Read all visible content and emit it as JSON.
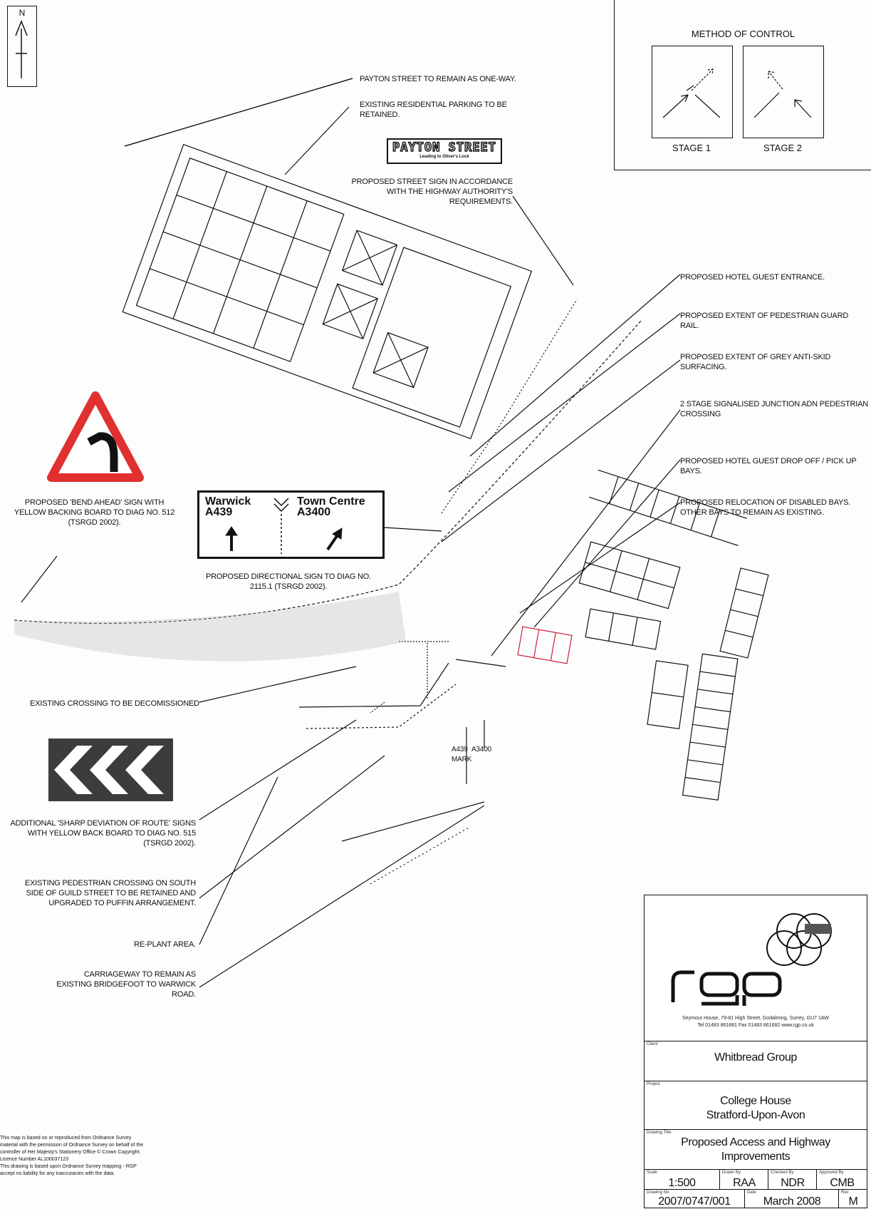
{
  "north": {
    "label": "N"
  },
  "method_of_control": {
    "title": "METHOD OF CONTROL",
    "stages": [
      "STAGE 1",
      "STAGE 2"
    ]
  },
  "street_sign": {
    "name": "PAYTON STREET",
    "sub": "Leading to Oliver's Lock"
  },
  "directional_sign": {
    "left_dest": "Warwick",
    "left_road": "A439",
    "right_dest": "Town Centre",
    "right_road": "A3400"
  },
  "road_markings": {
    "a439": "A439",
    "a3400": "A3400",
    "mark": "MARK"
  },
  "annotations": {
    "payton_oneway": "PAYTON STREET TO REMAIN AS ONE-WAY.",
    "residential_parking": [
      "EXISTING RESIDENTIAL PARKING TO BE",
      "RETAINED."
    ],
    "street_sign_note": [
      "PROPOSED STREET SIGN IN ACCORDANCE",
      "WITH THE HIGHWAY AUTHORITY'S",
      "REQUIREMENTS."
    ],
    "hotel_entrance": "PROPOSED HOTEL GUEST ENTRANCE.",
    "guard_rail": [
      "PROPOSED EXTENT OF PEDESTRIAN GUARD",
      "RAIL."
    ],
    "anti_skid": [
      "PROPOSED EXTENT OF GREY ANTI-SKID",
      "SURFACING."
    ],
    "signalised": [
      "2 STAGE SIGNALISED JUNCTION ADN PEDESTRIAN",
      "CROSSING"
    ],
    "drop_off": [
      "PROPOSED HOTEL GUEST DROP OFF / PICK UP",
      "BAYS."
    ],
    "disabled_bays": [
      "PROPOSED RELOCATION OF DISABLED BAYS.",
      "OTHER BAYS TO REMAIN AS EXISTING."
    ],
    "bend_ahead": [
      "PROPOSED 'BEND AHEAD' SIGN WITH",
      "YELLOW BACKING BOARD TO DIAG NO. 512",
      "(TSRGD 2002)."
    ],
    "directional_note": [
      "PROPOSED DIRECTIONAL SIGN TO DIAG NO.",
      "2115.1 (TSRGD 2002)."
    ],
    "decommission": "EXISTING CROSSING TO BE DECOMISSIONED",
    "sharp_deviation": [
      "ADDITIONAL 'SHARP DEVIATION OF ROUTE' SIGNS",
      "WITH YELLOW BACK BOARD TO DIAG NO. 515",
      "(TSRGD 2002)."
    ],
    "pedestrian_south": [
      "EXISTING PEDESTRIAN CROSSING ON SOUTH",
      "SIDE OF GUILD STREET TO BE RETAINED AND",
      "UPGRADED TO PUFFIN ARRANGEMENT."
    ],
    "replant": "RE-PLANT AREA.",
    "carriageway": [
      "CARRIAGEWAY TO REMAIN AS",
      "EXISTING BRIDGEFOOT TO WARWICK",
      "ROAD."
    ]
  },
  "os_note": [
    "This map is based on or reproduced from Ordnance Survey",
    "material with the permission of Ordnance Survey on behalf of the",
    "controller of Her Majesty's Stationery Office © Crown Copyright.",
    "Licence Number AL100037123",
    "This drawing is based upon Ordnance Survey mapping - RGP",
    "accept no liability for any inaccuracies with the data."
  ],
  "title_block": {
    "company": "rgp",
    "address": [
      "Seymour House, 79-81 High Street, Godalming, Surrey, GU7 1AW",
      "Tel 01483 861681  Fax 01483 861682  www.rgp.co.uk"
    ],
    "client_caption": "Client",
    "client": "Whitbread Group",
    "project_caption": "Project",
    "project": [
      "College House",
      "Stratford-Upon-Avon"
    ],
    "title_caption": "Drawing Title",
    "title": [
      "Proposed Access and Highway",
      "Improvements"
    ],
    "scale_caption": "Scale",
    "scale": "1:500",
    "drawn_caption": "Drawn By",
    "drawn": "RAA",
    "checked_caption": "Checked By",
    "checked": "NDR",
    "approved_caption": "Approved By",
    "approved": "CMB",
    "drawing_no_caption": "Drawing No.",
    "drawing_no": "2007/0747/001",
    "date_caption": "Date",
    "date": "March 2008",
    "rev_caption": "Rev.",
    "rev": "M"
  }
}
